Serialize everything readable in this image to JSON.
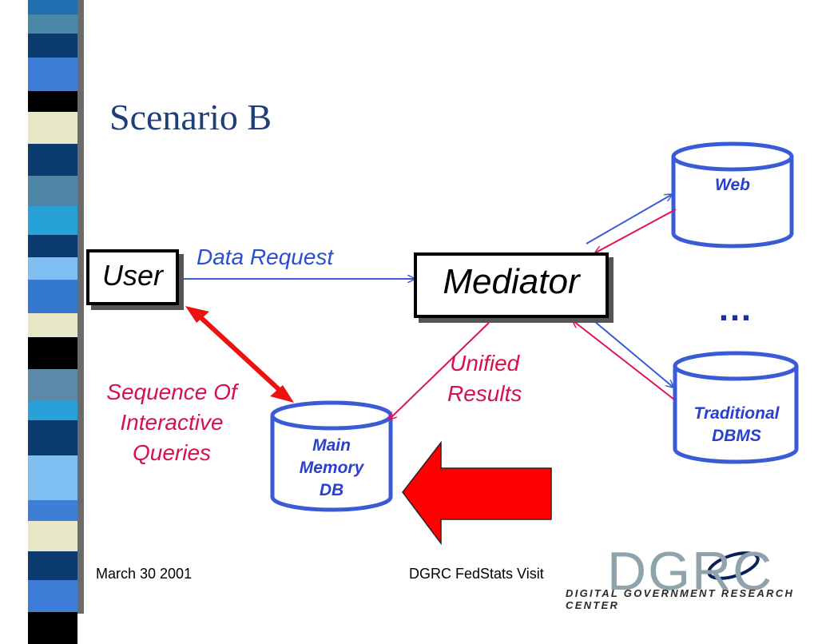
{
  "slide": {
    "title": "Scenario B",
    "footer_left": "March 30 2001",
    "footer_center": "DGRC FedStats Visit"
  },
  "diagram": {
    "user_label": "User",
    "mediator_label": "Mediator",
    "data_request_label": "Data Request",
    "unified_results_label": "Unified\nResults",
    "sequence_label": "Sequence Of\nInteractive\nQueries",
    "web_label": "Web",
    "traditional_label": "Traditional\nDBMS",
    "main_memory_label": "Main\nMemory\nDB",
    "ellipsis": "…"
  },
  "logo": {
    "name": "DGRC",
    "subtitle": "DIGITAL GOVERNMENT RESEARCH CENTER"
  },
  "colors": {
    "title": "#1f3f78",
    "blue_arrow": "#3a5bd6",
    "pink_arrow": "#e0105a",
    "red_arrow": "#ff0000"
  }
}
